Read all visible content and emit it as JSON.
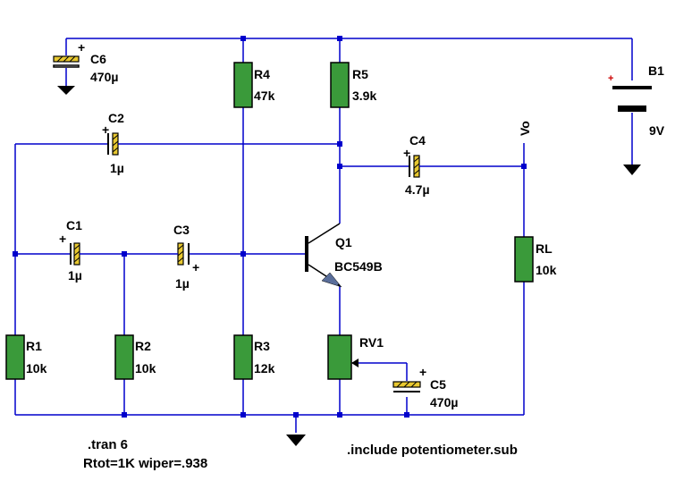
{
  "components": {
    "C6": {
      "ref": "C6",
      "value": "470µ"
    },
    "R4": {
      "ref": "R4",
      "value": "47k"
    },
    "R5": {
      "ref": "R5",
      "value": "3.9k"
    },
    "B1": {
      "ref": "B1",
      "value": "9V"
    },
    "C2": {
      "ref": "C2",
      "value": "1µ"
    },
    "C4": {
      "ref": "C4",
      "value": "4.7µ"
    },
    "C1": {
      "ref": "C1",
      "value": "1µ"
    },
    "C3": {
      "ref": "C3",
      "value": "1µ"
    },
    "Q1": {
      "ref": "Q1",
      "value": "BC549B"
    },
    "RL": {
      "ref": "RL",
      "value": "10k"
    },
    "R1": {
      "ref": "R1",
      "value": "10k"
    },
    "R2": {
      "ref": "R2",
      "value": "10k"
    },
    "R3": {
      "ref": "R3",
      "value": "12k"
    },
    "RV1": {
      "ref": "RV1"
    },
    "C5": {
      "ref": "C5",
      "value": "470µ"
    }
  },
  "net_labels": {
    "vo": "Vo"
  },
  "polarity": {
    "plus": "+"
  },
  "directives": {
    "tran": ".tran 6",
    "params": "Rtot=1K wiper=.938",
    "include": ".include potentiometer.sub"
  },
  "colors": {
    "wire": "#0000cc",
    "resistor": "#3a9a3a",
    "capacitor": "#e8c830",
    "battery_plus": "#cc0000"
  }
}
